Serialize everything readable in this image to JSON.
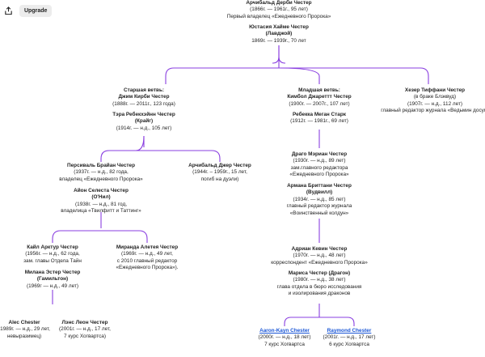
{
  "toolbar": {
    "upgrade_label": "Upgrade",
    "share_icon": "share-icon"
  },
  "colors": {
    "line": "#8a3fe0",
    "link": "#1a56d6"
  },
  "nodes": {
    "archibald_derby": {
      "name": "Арчибальд Дерби Честер",
      "l1": "(1866г. — 1961г., 95 лет)",
      "l2": "Первый владелец «Ежедневного Пророка»"
    },
    "eustasia": {
      "name": "Юстасия Хайме Честер",
      "name2": "(Лавджой)",
      "l1": "1869г. — 1939г., 70 лет"
    },
    "james_kirby": {
      "head": "Старшая ветвь:",
      "name": "Джим Кирби Честер",
      "l1": "(1888г. — 2011г., 123 года)"
    },
    "tara": {
      "name": "Тэра Ребекхэйнн Честер",
      "name2": "(Крайг)",
      "l1": "(1914г. — н.д., 105 лет)"
    },
    "kimbol": {
      "head": "Младшая ветвь:",
      "name": "Кимбол Джареттт Честер",
      "l1": "(1900г. — 2007г., 107 лет)"
    },
    "rebecca": {
      "name": "Ребекка Меган Старк",
      "l1": "(1912г. — 1981г., 69 лет)"
    },
    "hazel": {
      "name": "Хезер Тиффани Честер",
      "l1": "(в браке Блэквуд)",
      "l2": "(1907г. — н.д., 112 лет)",
      "l3": "главный редактор журнала «Ведьмин досуг»"
    },
    "percival": {
      "name": "Персиваль Брайан Честер",
      "l1": "(1937г. — н.д., 82 года,",
      "l2": "владелец «Ежедневного Пророка»"
    },
    "aion": {
      "name": "Айон Селеста Честер",
      "name2": "(О'Нил)",
      "l1": "(1938г. — н.д., 81 год,",
      "l2": "владелица «Твилфитт и Таттинг»"
    },
    "archibald_jr": {
      "name": "Арчибальд Джер Честер",
      "l1": "(1944г. – 1959г., 15 лет,",
      "l2": "погиб на дуэли)"
    },
    "drago": {
      "name": "Драго Мэриан Честер",
      "l1": "(1930г. — н.д., 89 лет)",
      "l2": "зам.главного редактора",
      "l3": "«Ежедневного Пророка»"
    },
    "armana": {
      "name": "Армана Бриттани Честер",
      "name2": "(Вудвилл)",
      "l1": "(1934г. — н.д., 85 лет)",
      "l2": "главный редактор журнала",
      "l3": "«Воинственный колдун»"
    },
    "kyle": {
      "name": "Кайл Арктур Честер",
      "l1": "(1956г. — н.д., 62 года,",
      "l2": "зам. главы Отдела Тайн"
    },
    "miranda_a": {
      "name": "Миранда Алетея Честер",
      "l1": "(1969г. — н.д., 49 лет,",
      "l2": "с 2010 главный редактор",
      "l3": "«Ежедневного Пророка»)."
    },
    "milana": {
      "name": "Милана Эстер Честер",
      "name2": "(Гамильтон)",
      "l1": "(1969г — н.д., 49 лет)"
    },
    "adrian": {
      "name": "Адриан Кевин Честер",
      "l1": "(1970г. — н.д., 48 лет)",
      "l2": "корреспондент «Ежедневного Пророка»"
    },
    "marisa": {
      "name": "Мариса Честер (Драгон)",
      "l1": "(1980г. — н.д., 38 лет)",
      "l2": "глава отдела в бюро исследования",
      "l3": "и изолирования драконов"
    },
    "alec": {
      "name": "Alec Chester",
      "l1": "(1989г. — н.д., 29 лет,",
      "l2": "невыразимец)"
    },
    "lance": {
      "name": "Лэнс Леон Честер",
      "l1": "(2001г. — н.д., 17 лет,",
      "l2": "7 курс Хогвартса)"
    },
    "aaron": {
      "name": "Aaron-Kayn Chester",
      "l1": "(2000г. — н.д., 18 лет)",
      "l2": "7 курс Хогвартса"
    },
    "raymond": {
      "name": "Raymond Chester",
      "l1": "(2001г. — н.д., 17 лет)",
      "l2": "6 курс Хогвартса"
    }
  }
}
